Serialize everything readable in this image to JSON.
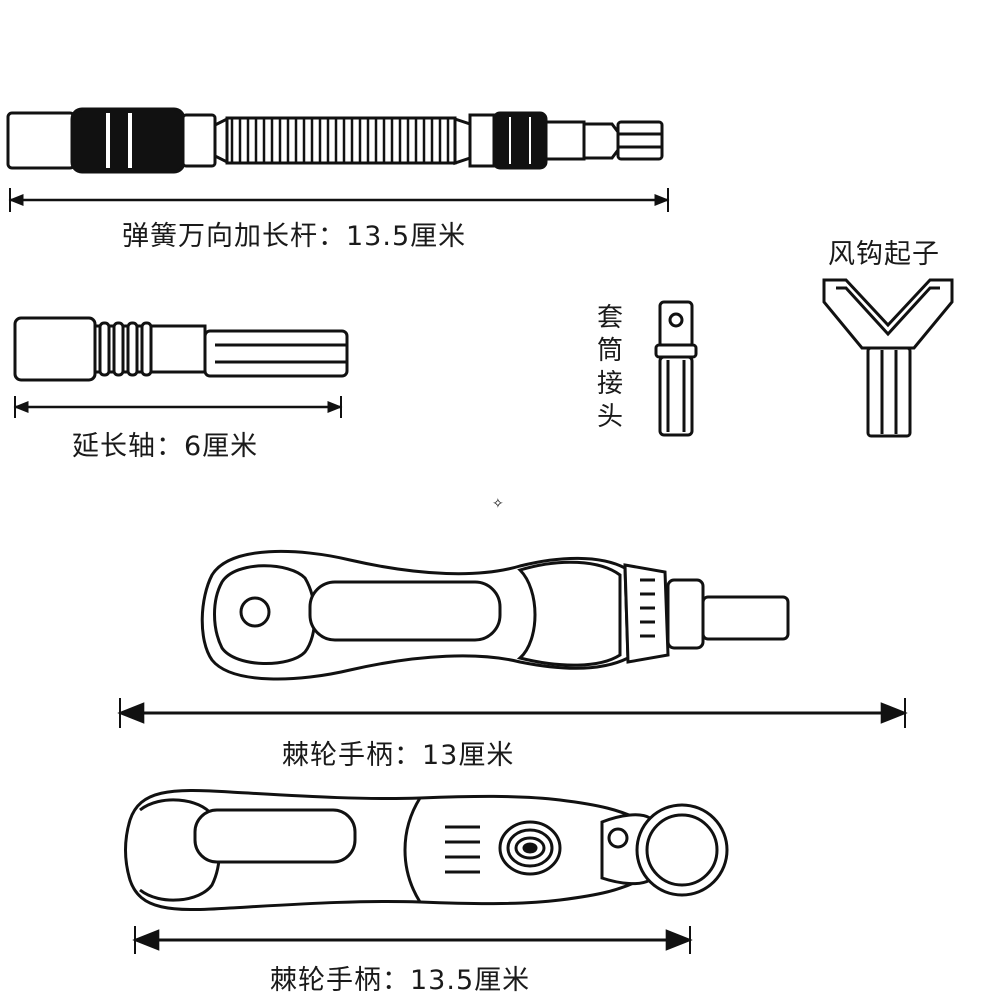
{
  "labels": {
    "flex_extension": "弹簧万向加长杆：13.5厘米",
    "extension_shaft": "延长轴：6厘米",
    "socket_adapter": "套筒接头",
    "wing_driver": "风钩起子",
    "ratchet_handle_1": "棘轮手柄：13厘米",
    "ratchet_handle_2": "棘轮手柄：13.5厘米"
  }
}
